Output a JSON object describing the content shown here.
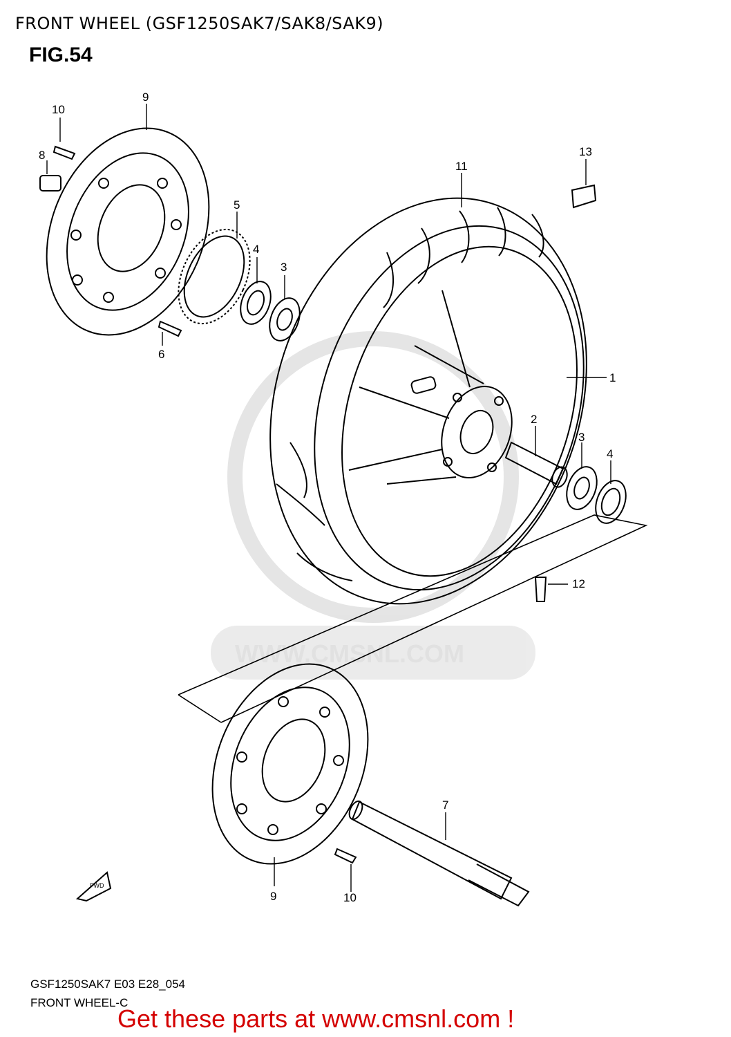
{
  "header": {
    "title": "FRONT WHEEL (GSF1250SAK7/SAK8/SAK9)",
    "figure": "FIG.54"
  },
  "callouts": [
    "1",
    "2",
    "3",
    "4",
    "5",
    "6",
    "7",
    "8",
    "9",
    "10",
    "11",
    "12",
    "13",
    "3",
    "4",
    "9",
    "10"
  ],
  "watermark": "WWW.CMSNL.COM",
  "fwd_label": "FWD",
  "footer": {
    "code": "GSF1250SAK7 E03 E28_054",
    "name": "FRONT WHEEL-C",
    "cta": "Get these parts at www.cmsnl.com !"
  }
}
